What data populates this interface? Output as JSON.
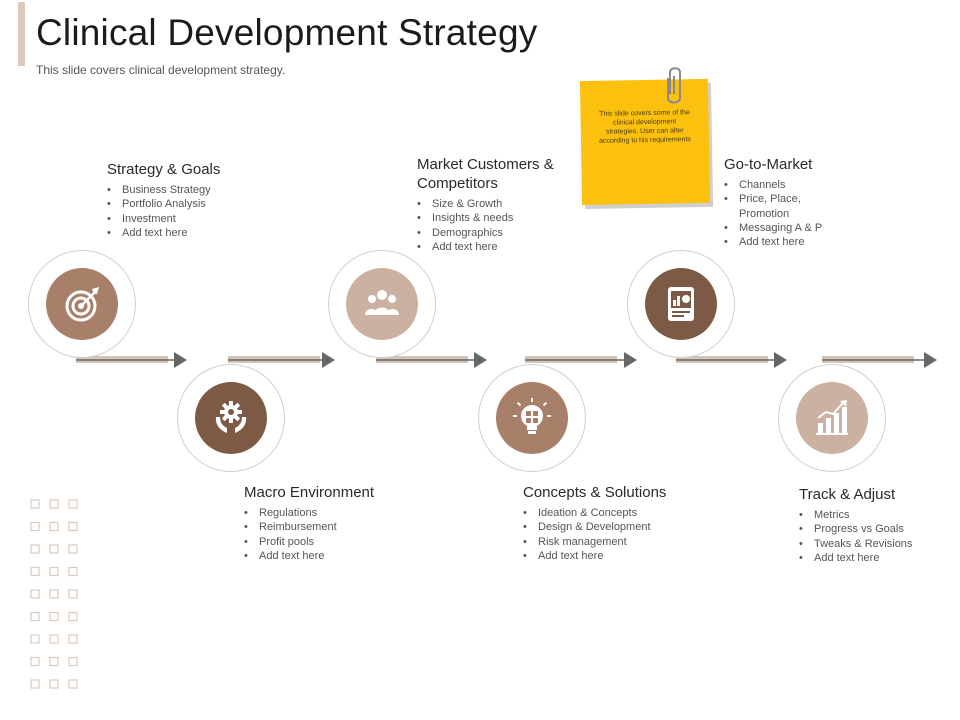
{
  "slide": {
    "title": "Clinical Development Strategy",
    "subtitle": "This slide covers clinical development  strategy."
  },
  "sticky_note": {
    "text": "This slide covers some of the clinical development strategies. User can alter according to his requirements"
  },
  "steps": [
    {
      "title": "Strategy & Goals",
      "icon": "target-icon",
      "items": [
        "Business Strategy",
        "Portfolio Analysis",
        "Investment",
        "Add text here"
      ]
    },
    {
      "title": "Macro Environment",
      "icon": "gear-hands-icon",
      "items": [
        "Regulations",
        "Reimbursement",
        "Profit pools",
        "Add text here"
      ]
    },
    {
      "title": "Market Customers & Competitors",
      "icon": "people-group-icon",
      "items": [
        "Size & Growth",
        "Insights & needs",
        "Demographics",
        "Add text here"
      ]
    },
    {
      "title": "Concepts & Solutions",
      "icon": "lightbulb-puzzle-icon",
      "items": [
        "Ideation & Concepts",
        "Design & Development",
        "Risk management",
        "Add text here"
      ]
    },
    {
      "title": "Go-to-Market",
      "icon": "tablet-chart-icon",
      "items": [
        "Channels",
        "Price, Place, Promotion",
        "Messaging A & P",
        "Add text here"
      ]
    },
    {
      "title": "Track & Adjust",
      "icon": "bar-chart-growth-icon",
      "items": [
        "Metrics",
        "Progress vs Goals",
        "Tweaks & Revisions",
        "Add text here"
      ]
    }
  ],
  "colors": {
    "accent": "#dccabc",
    "dark_brown": "#7c5a45",
    "medium_brown": "#a87f68",
    "light_brown": "#cbb1a1",
    "connector": "#d5c3b7",
    "arrow": "#676767",
    "sticky_note": "#fcc10f"
  }
}
